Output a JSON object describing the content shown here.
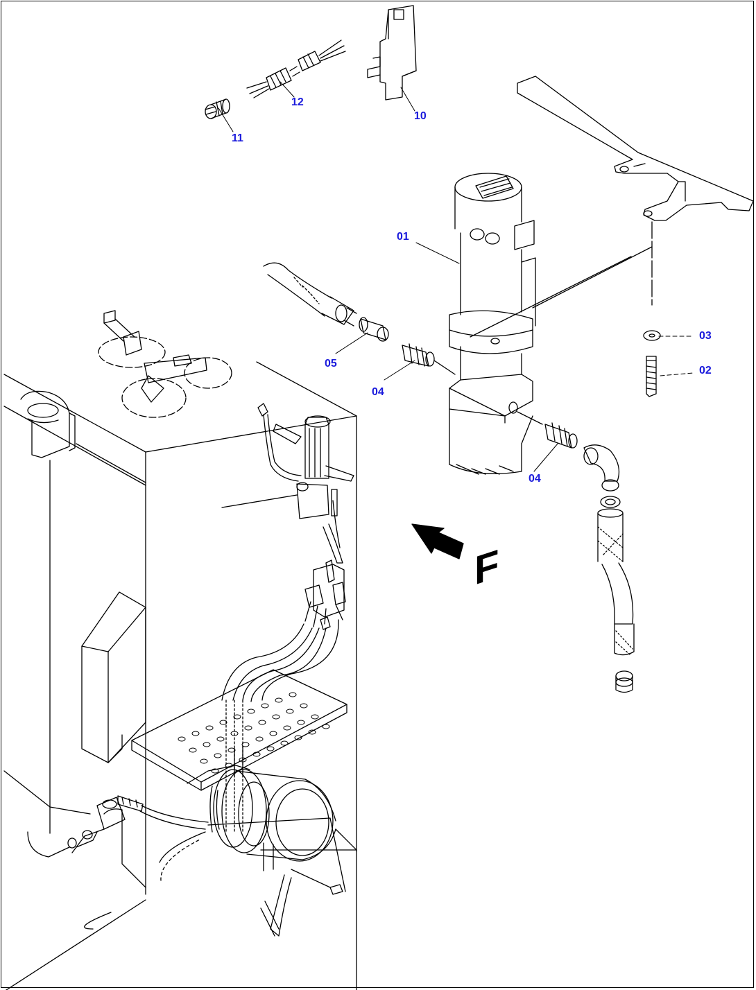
{
  "diagram": {
    "callouts": [
      {
        "id": "c11",
        "text": "11"
      },
      {
        "id": "c12",
        "text": "12"
      },
      {
        "id": "c10",
        "text": "10"
      },
      {
        "id": "c01",
        "text": "01"
      },
      {
        "id": "c03",
        "text": "03"
      },
      {
        "id": "c02",
        "text": "02"
      },
      {
        "id": "c05",
        "text": "05"
      },
      {
        "id": "c04a",
        "text": "04"
      },
      {
        "id": "c04b",
        "text": "04"
      }
    ],
    "view_arrow_label": "F",
    "colors": {
      "callout": "#1a1adc",
      "line": "#000000",
      "background": "#ffffff"
    }
  }
}
